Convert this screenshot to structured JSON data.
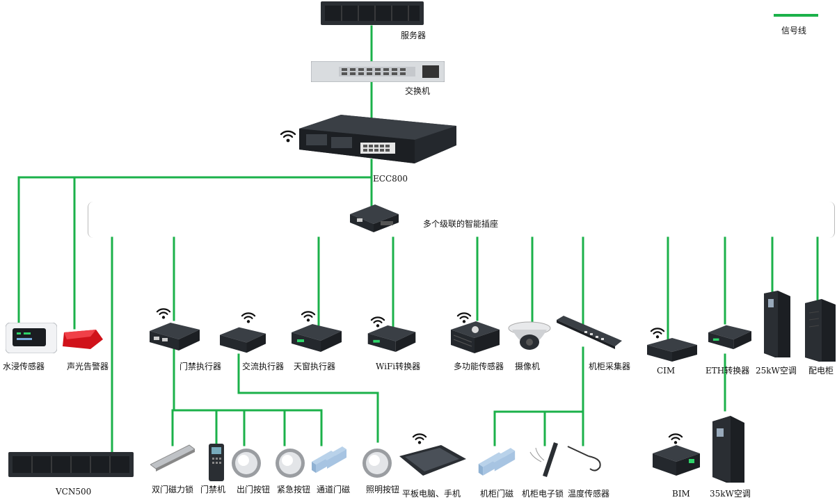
{
  "colors": {
    "signal": "#1bb14a",
    "device_dark": "#1e2226",
    "device_mid": "#3a3f45",
    "panel_light": "#e9ebee"
  },
  "legend": {
    "label": "信号线"
  },
  "core": {
    "server": "服务器",
    "switch": "交换机",
    "ecc": "ECC800",
    "smart_strip": "多个级联的智能插座"
  },
  "devices": {
    "water_sensor": "水浸传感器",
    "alarm": "声光告警器",
    "door_actuator": "门禁执行器",
    "ac_actuator": "交流执行器",
    "skylight_actuator": "天窗执行器",
    "wifi_converter": "WiFi转换器",
    "multi_sensor": "多功能传感器",
    "camera": "摄像机",
    "rack_collector": "机柜采集器",
    "cim": "CIM",
    "eth_converter": "ETH转换器",
    "ac25": "25kW空调",
    "pdu": "配电柜",
    "vcn": "VCN500",
    "mag_lock": "双门磁力锁",
    "access_ctrl": "门禁机",
    "exit_button": "出门按钮",
    "emergency_button": "紧急按钮",
    "door_sensor": "通道门磁",
    "light_button": "照明按钮",
    "tablet": "平板电脑、手机",
    "rack_sensor": "机柜门磁",
    "rack_lock": "机柜电子锁",
    "temp_sensor": "温度传感器",
    "bim": "BIM",
    "ac35": "35kW空调"
  },
  "icons": [
    "wifi-icon",
    "server-icon",
    "switch-icon",
    "controller-icon",
    "sensor-icon",
    "camera-icon",
    "cabinet-icon"
  ]
}
